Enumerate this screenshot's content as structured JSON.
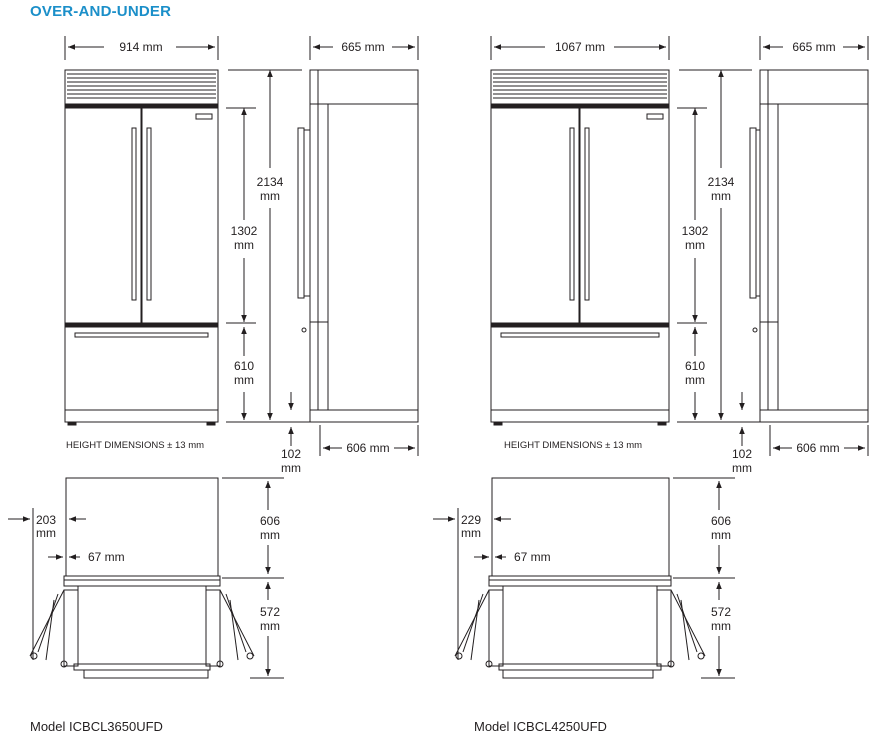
{
  "page": {
    "title": "OVER-AND-UNDER"
  },
  "colors": {
    "title": "#1b8fc9",
    "line": "#231f20"
  },
  "models": [
    {
      "model": "Model ICBCL3650UFD",
      "width": "914 mm",
      "depth": "665 mm",
      "total_height": [
        "2134",
        "mm"
      ],
      "upper_height": [
        "1302",
        "mm"
      ],
      "lower_height": [
        "610",
        "mm"
      ],
      "grille_height": [
        "102",
        "mm"
      ],
      "cabinet_depth": "606 mm",
      "height_note": "HEIGHT DIMENSIONS ± 13 mm",
      "plan_offset": [
        "203",
        "mm"
      ],
      "plan_inset": "67 mm",
      "plan_depth": [
        "606",
        "mm"
      ],
      "door_swing": [
        "572",
        "mm"
      ]
    },
    {
      "model": "Model ICBCL4250UFD",
      "width": "1067 mm",
      "depth": "665 mm",
      "total_height": [
        "2134",
        "mm"
      ],
      "upper_height": [
        "1302",
        "mm"
      ],
      "lower_height": [
        "610",
        "mm"
      ],
      "grille_height": [
        "102",
        "mm"
      ],
      "cabinet_depth": "606 mm",
      "height_note": "HEIGHT DIMENSIONS ± 13 mm",
      "plan_offset": [
        "229",
        "mm"
      ],
      "plan_inset": "67 mm",
      "plan_depth": [
        "606",
        "mm"
      ],
      "door_swing": [
        "572",
        "mm"
      ]
    }
  ]
}
